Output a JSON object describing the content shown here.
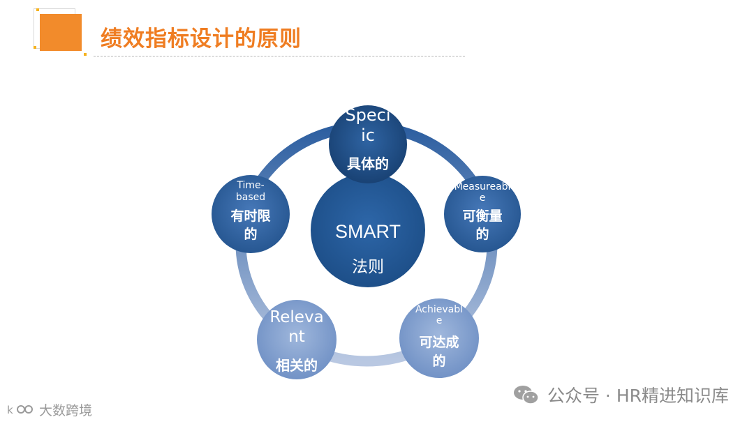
{
  "header": {
    "title": "绩效指标设计的原则"
  },
  "diagram": {
    "center": {
      "line1": "SMART",
      "line2": "法则"
    },
    "nodes": [
      {
        "id": "specific",
        "en": [
          "Speci",
          "ic"
        ],
        "zh": [
          "具体的"
        ]
      },
      {
        "id": "measureable",
        "en": [
          "Measureabl",
          "e"
        ],
        "zh": [
          "可衡量",
          "的"
        ]
      },
      {
        "id": "achievable",
        "en": [
          "Achievabl",
          "e"
        ],
        "zh": [
          "可达成",
          "的"
        ]
      },
      {
        "id": "relevant",
        "en": [
          "Releva",
          "nt"
        ],
        "zh": [
          "相关的"
        ]
      },
      {
        "id": "time-based",
        "en": [
          "Time-",
          "based"
        ],
        "zh": [
          "有时限",
          "的"
        ]
      }
    ]
  },
  "watermark": {
    "text": "公众号 · HR精进知识库"
  },
  "brand": {
    "name": "大数跨境"
  },
  "colors": {
    "accent_orange": "#f28b2b",
    "title_orange": "#ef7d22",
    "node_dark": "#1f4e86",
    "node_light": "#8fa8d2"
  }
}
